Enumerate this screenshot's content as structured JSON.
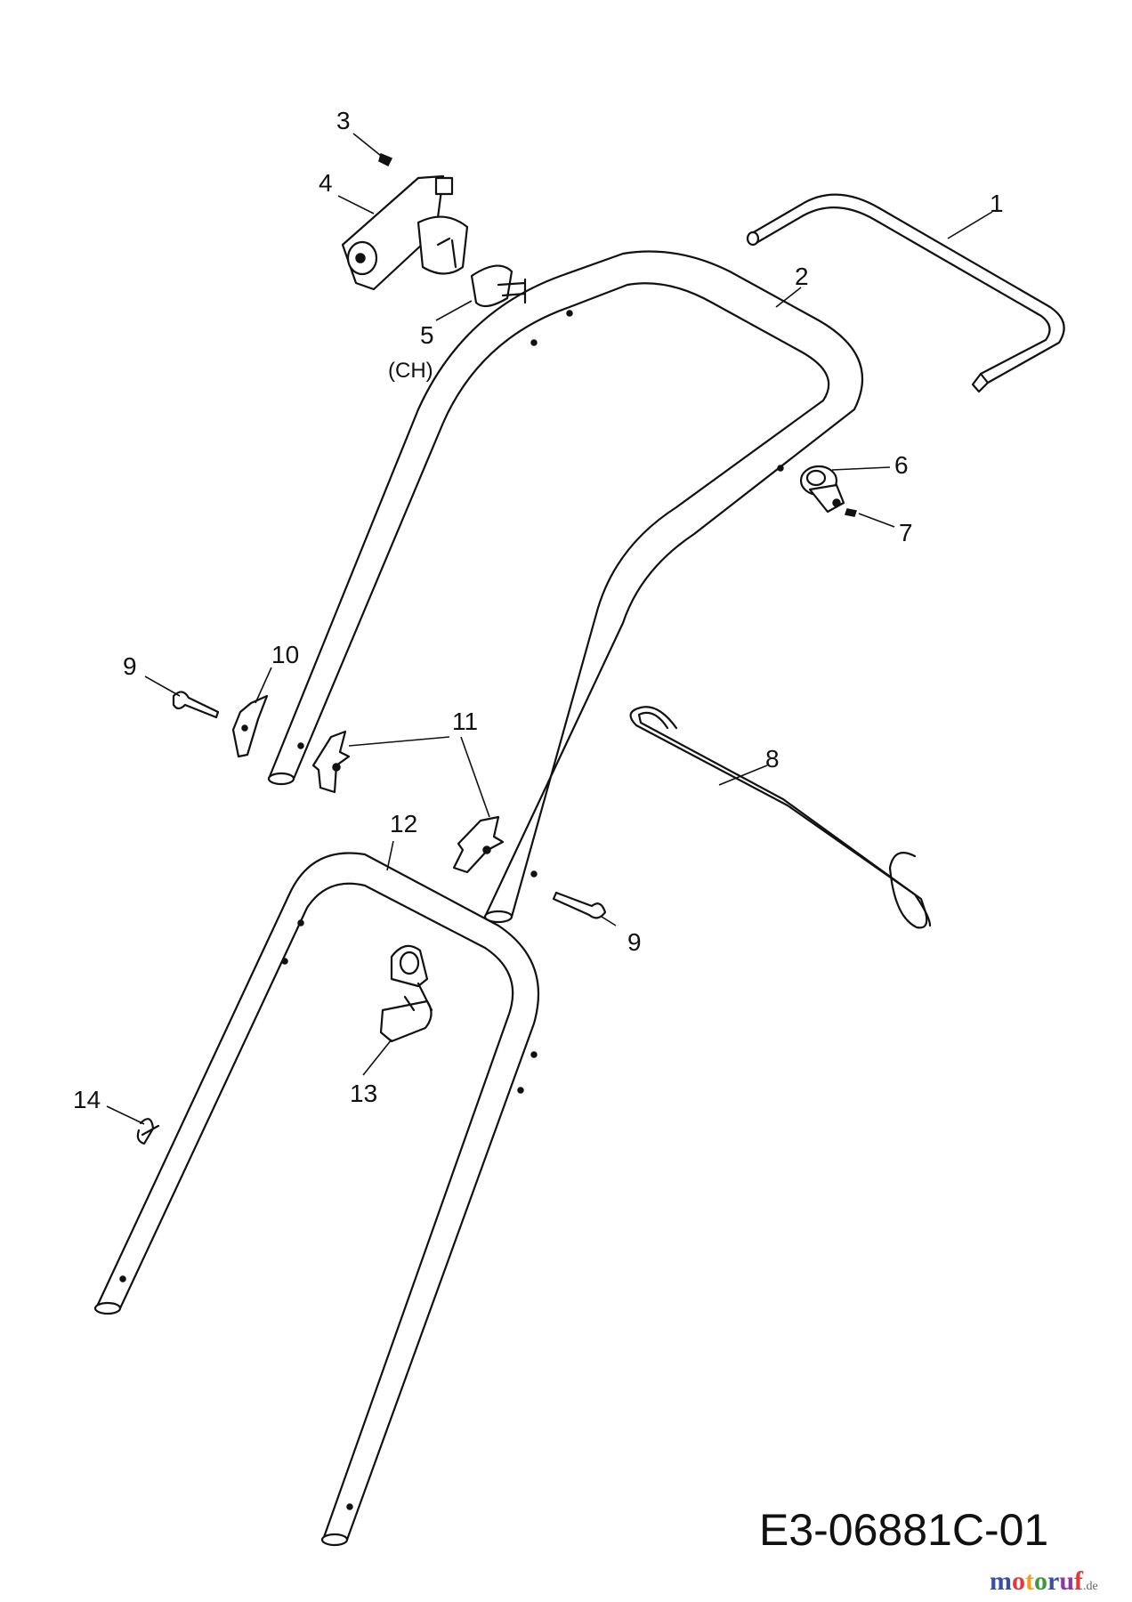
{
  "drawing_code": "E3-06881C-01",
  "watermark": {
    "letters": [
      {
        "ch": "m",
        "color": "#3a4fa0"
      },
      {
        "ch": "o",
        "color": "#e03a3a"
      },
      {
        "ch": "t",
        "color": "#f0a020"
      },
      {
        "ch": "o",
        "color": "#3a9a3a"
      },
      {
        "ch": "r",
        "color": "#3a4fa0"
      },
      {
        "ch": "u",
        "color": "#8a3aa0"
      },
      {
        "ch": "f",
        "color": "#e03a3a"
      }
    ],
    "suffix": ".de"
  },
  "callouts": {
    "c1": "1",
    "c2": "2",
    "c3": "3",
    "c4": "4",
    "c5": "5",
    "c5_sub": "(CH)",
    "c6": "6",
    "c7": "7",
    "c8": "8",
    "c9a": "9",
    "c9b": "9",
    "c10": "10",
    "c11": "11",
    "c12": "12",
    "c13": "13",
    "c14": "14"
  }
}
